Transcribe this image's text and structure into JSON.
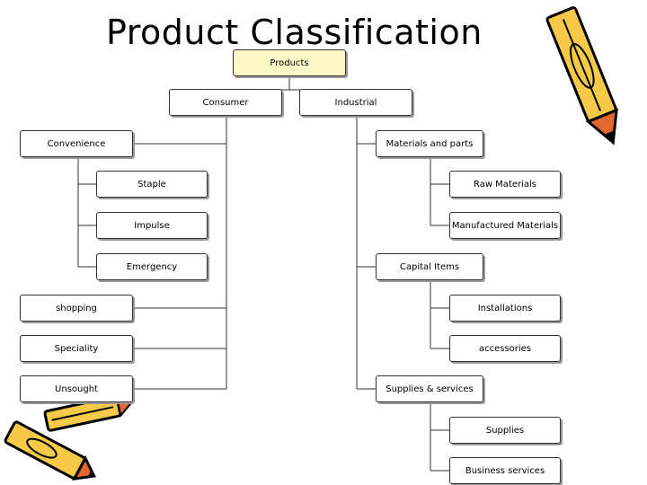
{
  "title": "Product Classification",
  "nodes": {
    "products": "Products",
    "consumer": "Consumer",
    "industrial": "Industrial",
    "convenience": "Convenience",
    "staple": "Staple",
    "impulse": "Impulse",
    "emergency": "Emergency",
    "shopping": "shopping",
    "speciality": "Speciality",
    "unsought": "Unsought",
    "materials_parts": "Materials and parts",
    "raw_materials": "Raw Materials",
    "manufactured_materials": "Manufactured Materials",
    "capital_items": "Capital Items",
    "installations": "Installations",
    "accessories": "accessories",
    "supplies_services": "Supplies & services",
    "supplies": "Supplies",
    "business_services": "Business services"
  },
  "decorations": {
    "top_right": "pencil-icon",
    "bottom_left": "pencils-icon"
  },
  "colors": {
    "pencil_yellow": "#f7c948",
    "pencil_tip": "#e2672e",
    "root_fill": "#fff9c8"
  }
}
